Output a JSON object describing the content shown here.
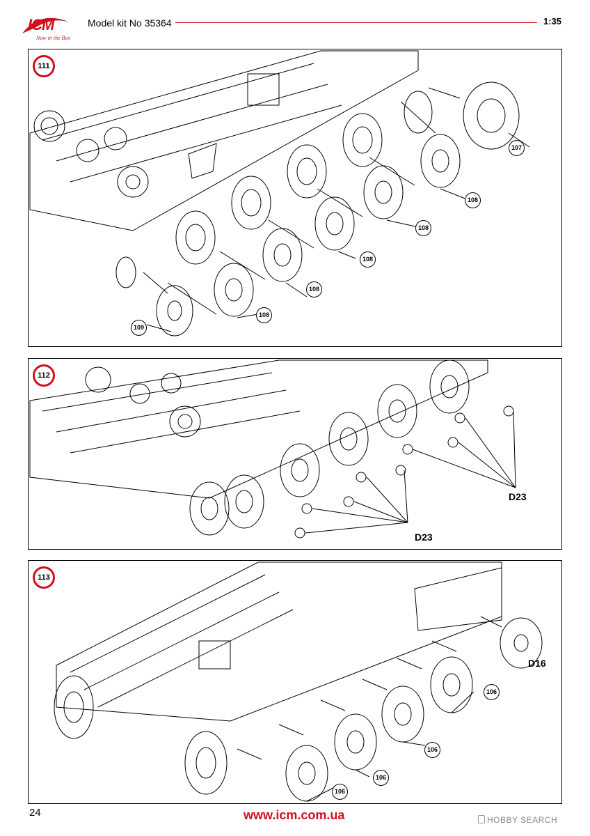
{
  "header": {
    "logo_text": "ICM",
    "logo_tagline": "Now in the Box",
    "kit_label": "Model kit No 35364",
    "scale": "1:35"
  },
  "steps": [
    {
      "number": "111",
      "parts": [
        "107",
        "108",
        "108",
        "108",
        "108",
        "108",
        "108",
        "109"
      ]
    },
    {
      "number": "112",
      "parts": [
        "D23",
        "D23"
      ]
    },
    {
      "number": "113",
      "parts": [
        "D16",
        "106",
        "106",
        "106",
        "106"
      ]
    }
  ],
  "footer": {
    "page_number": "24",
    "url": "www.icm.com.ua",
    "watermark": "HOBBY SEARCH"
  },
  "colors": {
    "brand_red": "#d0101c",
    "ink": "#000000"
  }
}
